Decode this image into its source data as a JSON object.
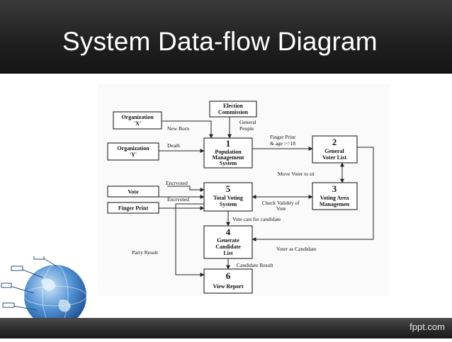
{
  "slide": {
    "title": "System Data-flow Diagram",
    "footer": "fppt.com"
  },
  "diagram": {
    "boxes": {
      "election_commission": [
        "Election",
        "Commission"
      ],
      "org_x": [
        "Organization",
        "'X'"
      ],
      "org_y": [
        "Organization",
        "'Y'"
      ],
      "vote": [
        "Vote"
      ],
      "finger_print": [
        "Finger Print"
      ],
      "p1": {
        "num": "1",
        "lines": [
          "Population",
          "Management",
          "System"
        ]
      },
      "p2": {
        "num": "2",
        "lines": [
          "General",
          "Voter List"
        ]
      },
      "p3": {
        "num": "3",
        "lines": [
          "Voting Area",
          "Managemen"
        ]
      },
      "p4": {
        "num": "4",
        "lines": [
          "Generate",
          "Candidate",
          "List"
        ]
      },
      "p5": {
        "num": "5",
        "lines": [
          "Total Voting",
          "System"
        ]
      },
      "p6": {
        "num": "6",
        "lines": [
          "View Report"
        ]
      }
    },
    "labels": {
      "new_born": "New Born",
      "death": "Death",
      "general_people": [
        "General",
        "People"
      ],
      "finger_print_age": [
        "Finger Print",
        "& age >=18"
      ],
      "move_voter": "Move Voter to sit",
      "encrypted_top": "Encrvoted",
      "encrypted_bottom": "Encrvoted",
      "check_validity": [
        "Check Validity of",
        "Vote"
      ],
      "vote_cast": "Vote cast for candidate",
      "party_result": "Party Result",
      "voter_as_candidate": "Voter as Candidate",
      "candidate_result": "Candidate Result"
    }
  }
}
